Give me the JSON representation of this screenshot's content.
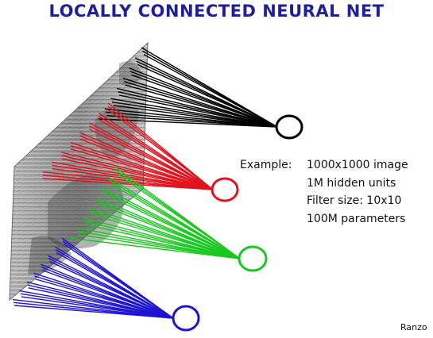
{
  "slide": {
    "title": "LOCALLY CONNECTED NEURAL NET",
    "example": {
      "label": "Example:",
      "lines": [
        "1000x1000 image",
        "1M hidden units",
        "Filter size: 10x10",
        "100M parameters"
      ]
    },
    "credit": "Ranzo"
  },
  "colors": {
    "title": "#1f1f9c",
    "black_unit": "#000000",
    "red_unit": "#e0141e",
    "green_unit": "#19c81e",
    "blue_unit": "#1e14d2"
  }
}
